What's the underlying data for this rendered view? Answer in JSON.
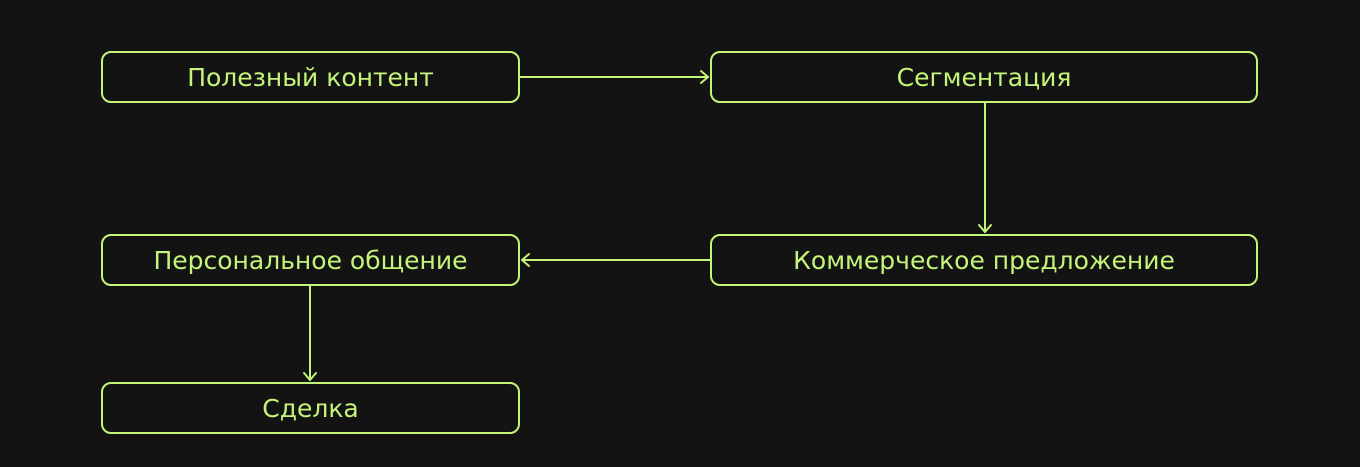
{
  "diagram": {
    "accent_color": "#c4f57a",
    "background_color": "#131313",
    "nodes": [
      {
        "id": "n1",
        "label": "Полезный контент"
      },
      {
        "id": "n2",
        "label": "Сегментация"
      },
      {
        "id": "n3",
        "label": "Коммерческое предложение"
      },
      {
        "id": "n4",
        "label": "Персональное общение"
      },
      {
        "id": "n5",
        "label": "Сделка"
      }
    ],
    "edges": [
      {
        "from": "n1",
        "to": "n2"
      },
      {
        "from": "n2",
        "to": "n3"
      },
      {
        "from": "n3",
        "to": "n4"
      },
      {
        "from": "n4",
        "to": "n5"
      }
    ]
  }
}
